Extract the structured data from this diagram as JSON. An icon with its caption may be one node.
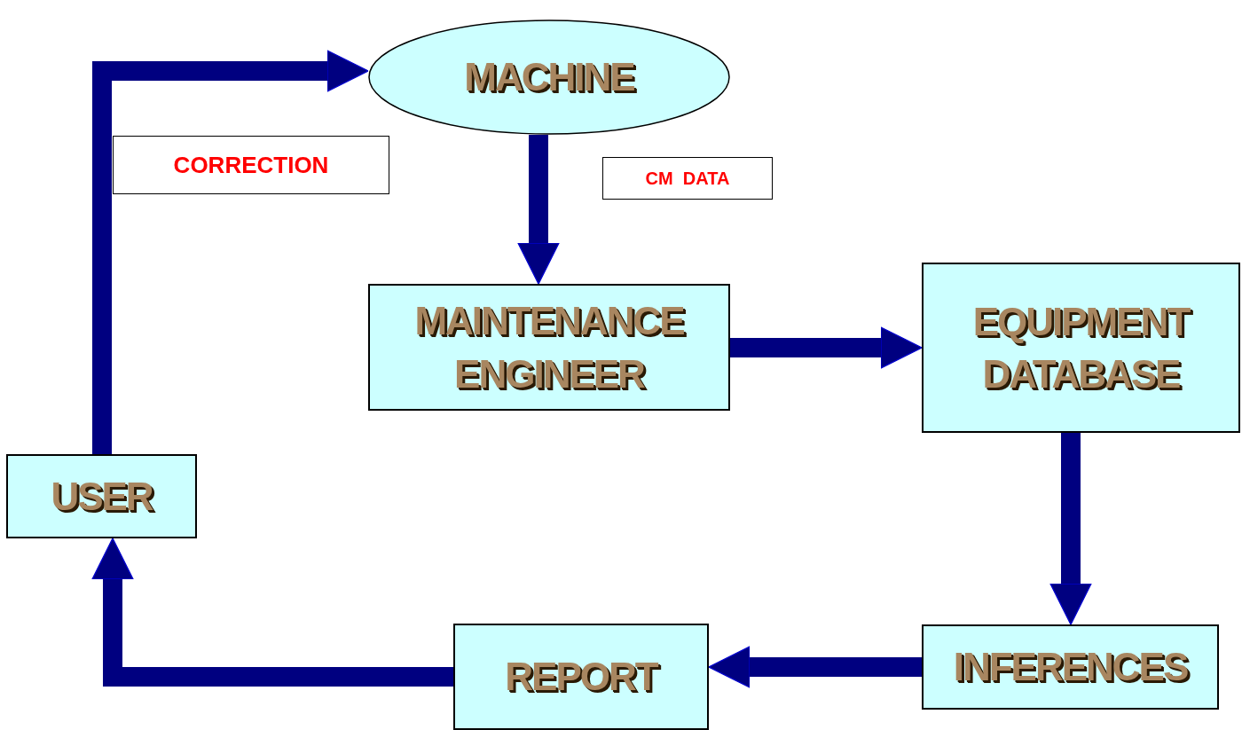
{
  "diagram": {
    "nodes": [
      {
        "text": [
          "MACHINE"
        ]
      },
      {
        "text": [
          "MAINTENANCE ENGINEER"
        ]
      },
      {
        "text": [
          "EQUIPMENT DATABASE"
        ]
      },
      {
        "text": [
          "INFERENCES"
        ]
      },
      {
        "text": [
          "REPORT"
        ]
      },
      {
        "text": [
          "USER"
        ]
      },
      {
        "text": [
          "CORRECTION"
        ]
      },
      {
        "text": [
          "CM  DATA"
        ]
      }
    ],
    "edges": [
      {
        "from": 0,
        "to": 1,
        "arrow": "to"
      },
      {
        "from": 1,
        "to": 2,
        "arrow": "to"
      },
      {
        "from": 2,
        "to": 3,
        "arrow": "to"
      },
      {
        "from": 3,
        "to": 4,
        "arrow": "to"
      },
      {
        "from": 4,
        "to": 5,
        "arrow": "to"
      },
      {
        "from": 5,
        "to": 0,
        "arrow": "to"
      }
    ]
  }
}
